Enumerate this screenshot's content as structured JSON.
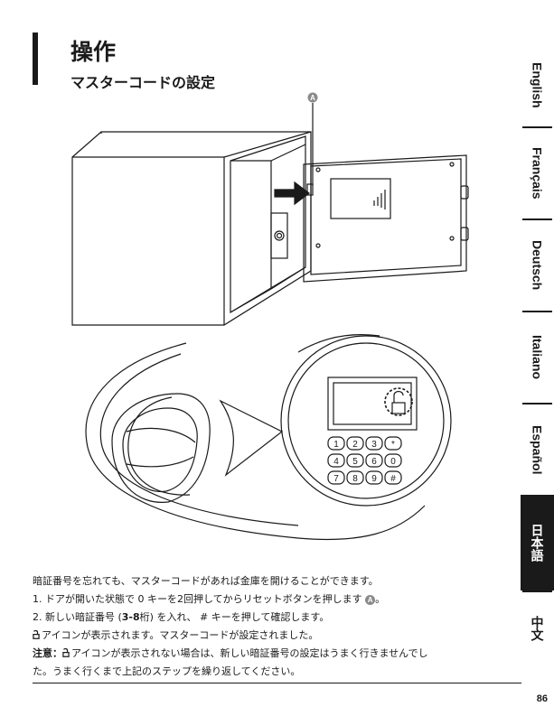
{
  "header": {
    "title": "操作",
    "subtitle": "マスターコードの設定"
  },
  "language_tabs": [
    {
      "label": "English",
      "active": false
    },
    {
      "label": "Français",
      "active": false
    },
    {
      "label": "Deutsch",
      "active": false
    },
    {
      "label": "Italiano",
      "active": false
    },
    {
      "label": "Español",
      "active": false
    },
    {
      "label": "日本語",
      "active": true
    },
    {
      "label": "中文",
      "active": false
    }
  ],
  "illustration": {
    "callout": "A",
    "keypad_keys": [
      "1",
      "2",
      "3",
      "*",
      "4",
      "5",
      "6",
      "0",
      "7",
      "8",
      "9",
      "#"
    ]
  },
  "body": {
    "intro": "暗証番号を忘れても、マスターコードがあれば金庫を開けることができます。",
    "step1": "1. ドアが開いた状態で 0 キーを2回押してからリセットボタンを押します",
    "step1_ref": "A",
    "step1_end": "。",
    "step2_a": "2. 新しい暗証番号 (",
    "step2_b": "3-8",
    "step2_c": "桁) を入れ、 # キーを押して確認します。",
    "confirm": "アイコンが表示されます。マスターコードが設定されました。",
    "note_label": "注意：",
    "note_text": "アイコンが表示されない場合は、新しい暗証番号の設定はうまく行きませんでし",
    "note_cont": "た。うまく行くまで上記のステップを繰り返してください。"
  },
  "page_number": "86"
}
